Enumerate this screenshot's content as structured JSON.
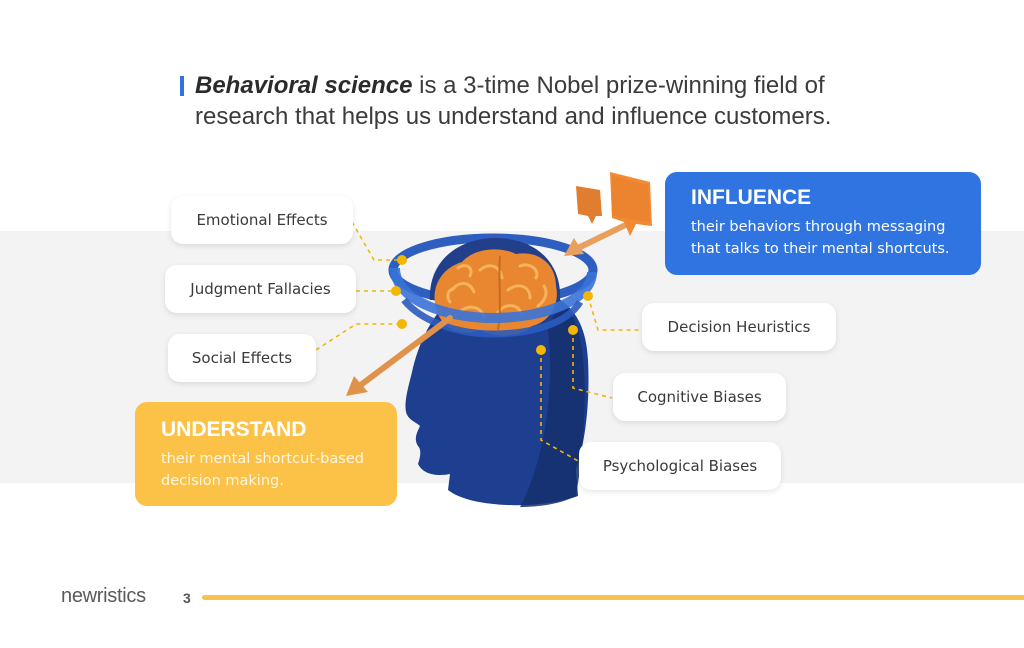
{
  "heading": {
    "emphasis": "Behavioral science",
    "rest_line1": " is a 3-time Nobel prize-winning field of",
    "line2": "research that helps us understand and influence customers."
  },
  "labels": {
    "emotional": "Emotional Effects",
    "judgment": "Judgment Fallacies",
    "social": "Social Effects",
    "heuristics": "Decision Heuristics",
    "cognitive": "Cognitive Biases",
    "psychological": "Psychological Biases"
  },
  "influence": {
    "title": "INFLUENCE",
    "text_line1": "their behaviors through messaging",
    "text_line2": "that talks to their mental shortcuts."
  },
  "understand": {
    "title": "UNDERSTAND",
    "text_line1": "their mental shortcut-based",
    "text_line2": "decision making."
  },
  "footer": {
    "logo": "newristics",
    "page_number": "3"
  },
  "colors": {
    "blue": "#2f74e0",
    "yellow": "#fcc247",
    "head_navy": "#1e3f8f",
    "brain_orange": "#e8872f",
    "connector": "#f2b705"
  }
}
